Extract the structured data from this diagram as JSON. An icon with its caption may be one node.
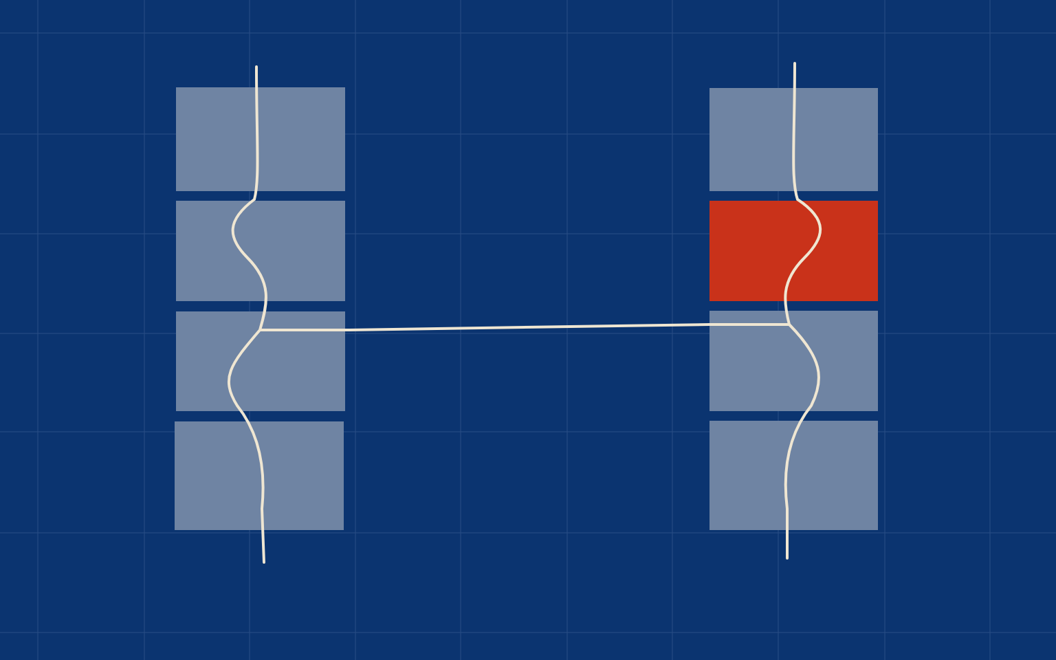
{
  "diagram": {
    "nodes": [
      {
        "text": [],
        "shape": "box"
      },
      {
        "text": [],
        "shape": "box"
      },
      {
        "text": [],
        "shape": "box"
      },
      {
        "text": [],
        "shape": "box"
      },
      {
        "text": [],
        "shape": "box"
      },
      {
        "text": [],
        "shape": "box"
      },
      {
        "text": [],
        "shape": "box"
      },
      {
        "text": [],
        "shape": "box"
      }
    ],
    "edges": [
      {
        "from": 2,
        "to": 6,
        "arrow": "none"
      }
    ]
  }
}
